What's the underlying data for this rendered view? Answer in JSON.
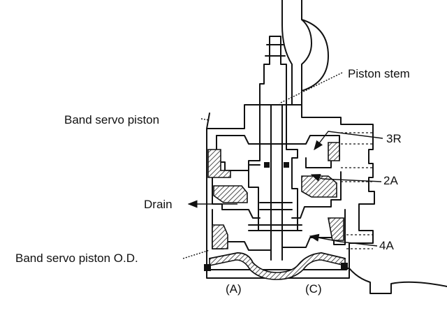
{
  "labels": {
    "piston_stem": "Piston stem",
    "band_servo_piston": "Band servo piston",
    "port_3r": "3R",
    "port_2a": "2A",
    "drain": "Drain",
    "port_4a": "4A",
    "band_servo_piston_od": "Band servo piston O.D.",
    "chamber_a": "(A)",
    "chamber_c": "(C)"
  },
  "colors": {
    "ink": "#111111",
    "hatch": "#222222",
    "background": "#ffffff"
  }
}
